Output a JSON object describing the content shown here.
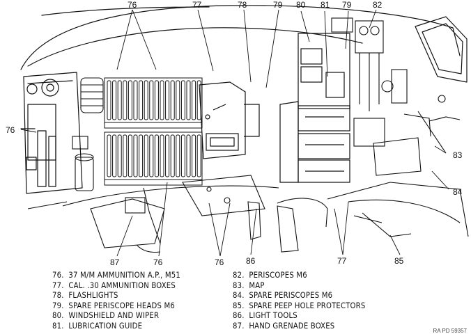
{
  "callouts": [
    {
      "id": "c76a",
      "label": "76"
    },
    {
      "id": "c77a",
      "label": "77"
    },
    {
      "id": "c78",
      "label": "78"
    },
    {
      "id": "c79a",
      "label": "79"
    },
    {
      "id": "c80",
      "label": "80"
    },
    {
      "id": "c81",
      "label": "81"
    },
    {
      "id": "c79b",
      "label": "79"
    },
    {
      "id": "c82",
      "label": "82"
    },
    {
      "id": "c76b",
      "label": "76"
    },
    {
      "id": "c83",
      "label": "83"
    },
    {
      "id": "c84",
      "label": "84"
    },
    {
      "id": "c87",
      "label": "87"
    },
    {
      "id": "c76c",
      "label": "76"
    },
    {
      "id": "c76d",
      "label": "76"
    },
    {
      "id": "c86",
      "label": "86"
    },
    {
      "id": "c77b",
      "label": "77"
    },
    {
      "id": "c85",
      "label": "85"
    }
  ],
  "legend": {
    "left": [
      {
        "num": "76.",
        "text": "37 M/M AMMUNITION A.P., M51"
      },
      {
        "num": "77.",
        "text": "CAL. .30 AMMUNITION BOXES"
      },
      {
        "num": "78.",
        "text": "FLASHLIGHTS"
      },
      {
        "num": "79.",
        "text": "SPARE PERISCOPE HEADS M6"
      },
      {
        "num": "80.",
        "text": "WINDSHIELD AND WIPER"
      },
      {
        "num": "81.",
        "text": "LUBRICATION GUIDE"
      }
    ],
    "right": [
      {
        "num": "82.",
        "text": "PERISCOPES M6"
      },
      {
        "num": "83.",
        "text": "MAP"
      },
      {
        "num": "84.",
        "text": "SPARE PERISCOPES M6"
      },
      {
        "num": "85.",
        "text": "SPARE PEEP HOLE PROTECTORS"
      },
      {
        "num": "86.",
        "text": "LIGHT TOOLS"
      },
      {
        "num": "87.",
        "text": "HAND GRENADE BOXES"
      }
    ]
  },
  "corner_code": "RA PD 59357"
}
